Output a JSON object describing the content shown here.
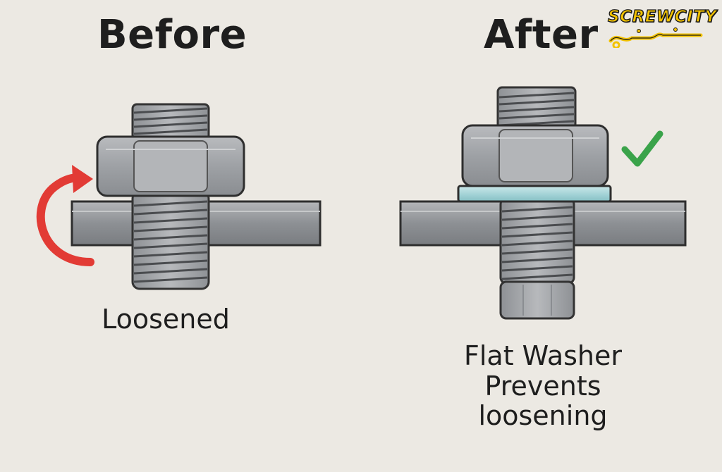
{
  "before": {
    "heading": "Before",
    "caption": "Loosened"
  },
  "after": {
    "heading": "After",
    "caption_lines": [
      "Flat Washer",
      "Prevents",
      "loosening"
    ]
  },
  "logo": {
    "brand": "SCREWCITY"
  },
  "icons": {
    "rotation": "red-curved-arrow-icon",
    "check": "green-checkmark-icon"
  },
  "colors": {
    "background": "#ece9e3",
    "steel": "#8d9094",
    "washer": "#a7d6da",
    "arrow": "#e23b35",
    "check": "#3aa34a",
    "logo": "#f2c200"
  }
}
